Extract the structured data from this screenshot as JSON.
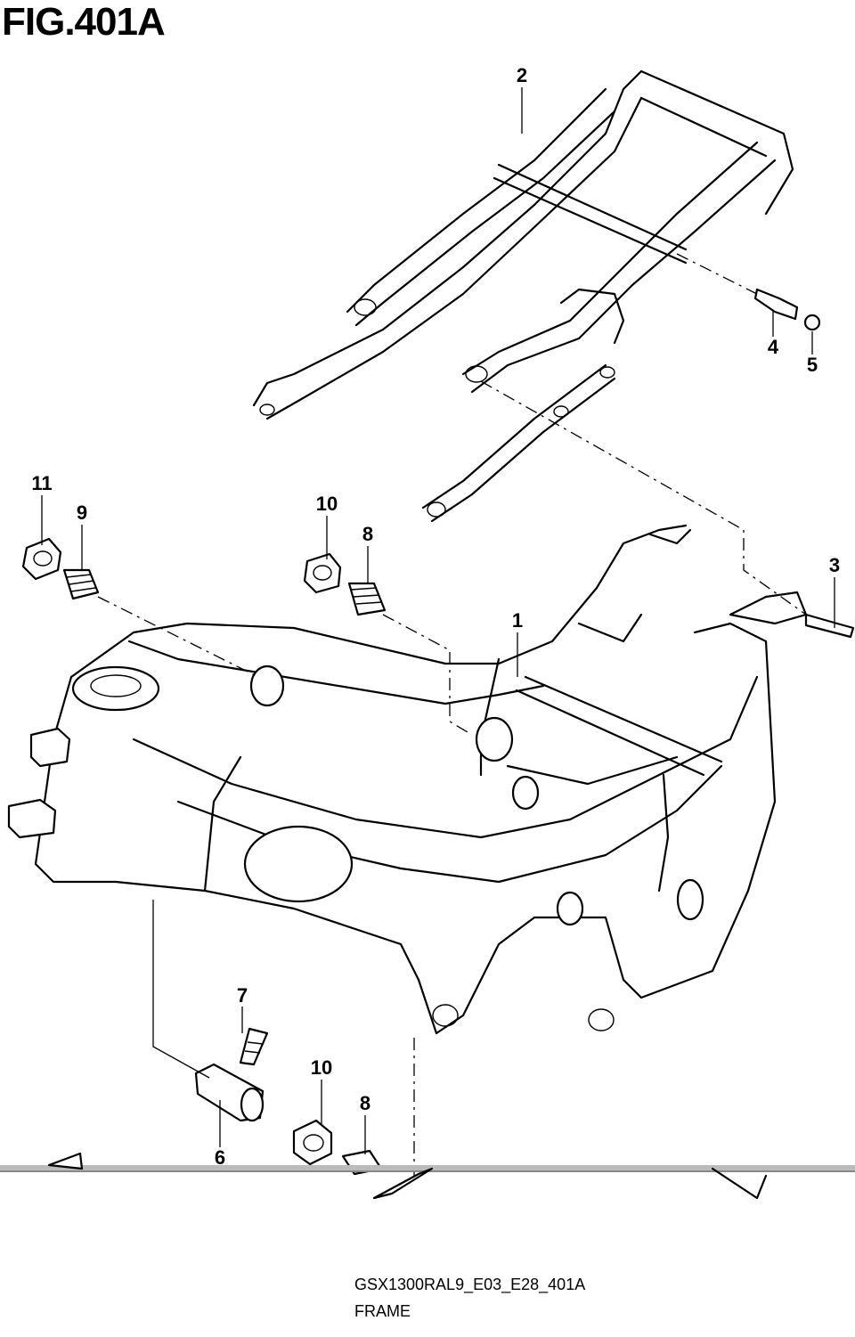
{
  "figure": {
    "title": "FIG.401A"
  },
  "callouts": [
    {
      "id": "1",
      "label": "1"
    },
    {
      "id": "2",
      "label": "2"
    },
    {
      "id": "3",
      "label": "3"
    },
    {
      "id": "4",
      "label": "4"
    },
    {
      "id": "5",
      "label": "5"
    },
    {
      "id": "6",
      "label": "6"
    },
    {
      "id": "7",
      "label": "7"
    },
    {
      "id": "8a",
      "label": "8"
    },
    {
      "id": "8b",
      "label": "8"
    },
    {
      "id": "9",
      "label": "9"
    },
    {
      "id": "10a",
      "label": "10"
    },
    {
      "id": "10b",
      "label": "10"
    },
    {
      "id": "11",
      "label": "11"
    }
  ],
  "footer": {
    "code": "GSX1300RAL9_E03_E28_401A",
    "name": "FRAME"
  }
}
